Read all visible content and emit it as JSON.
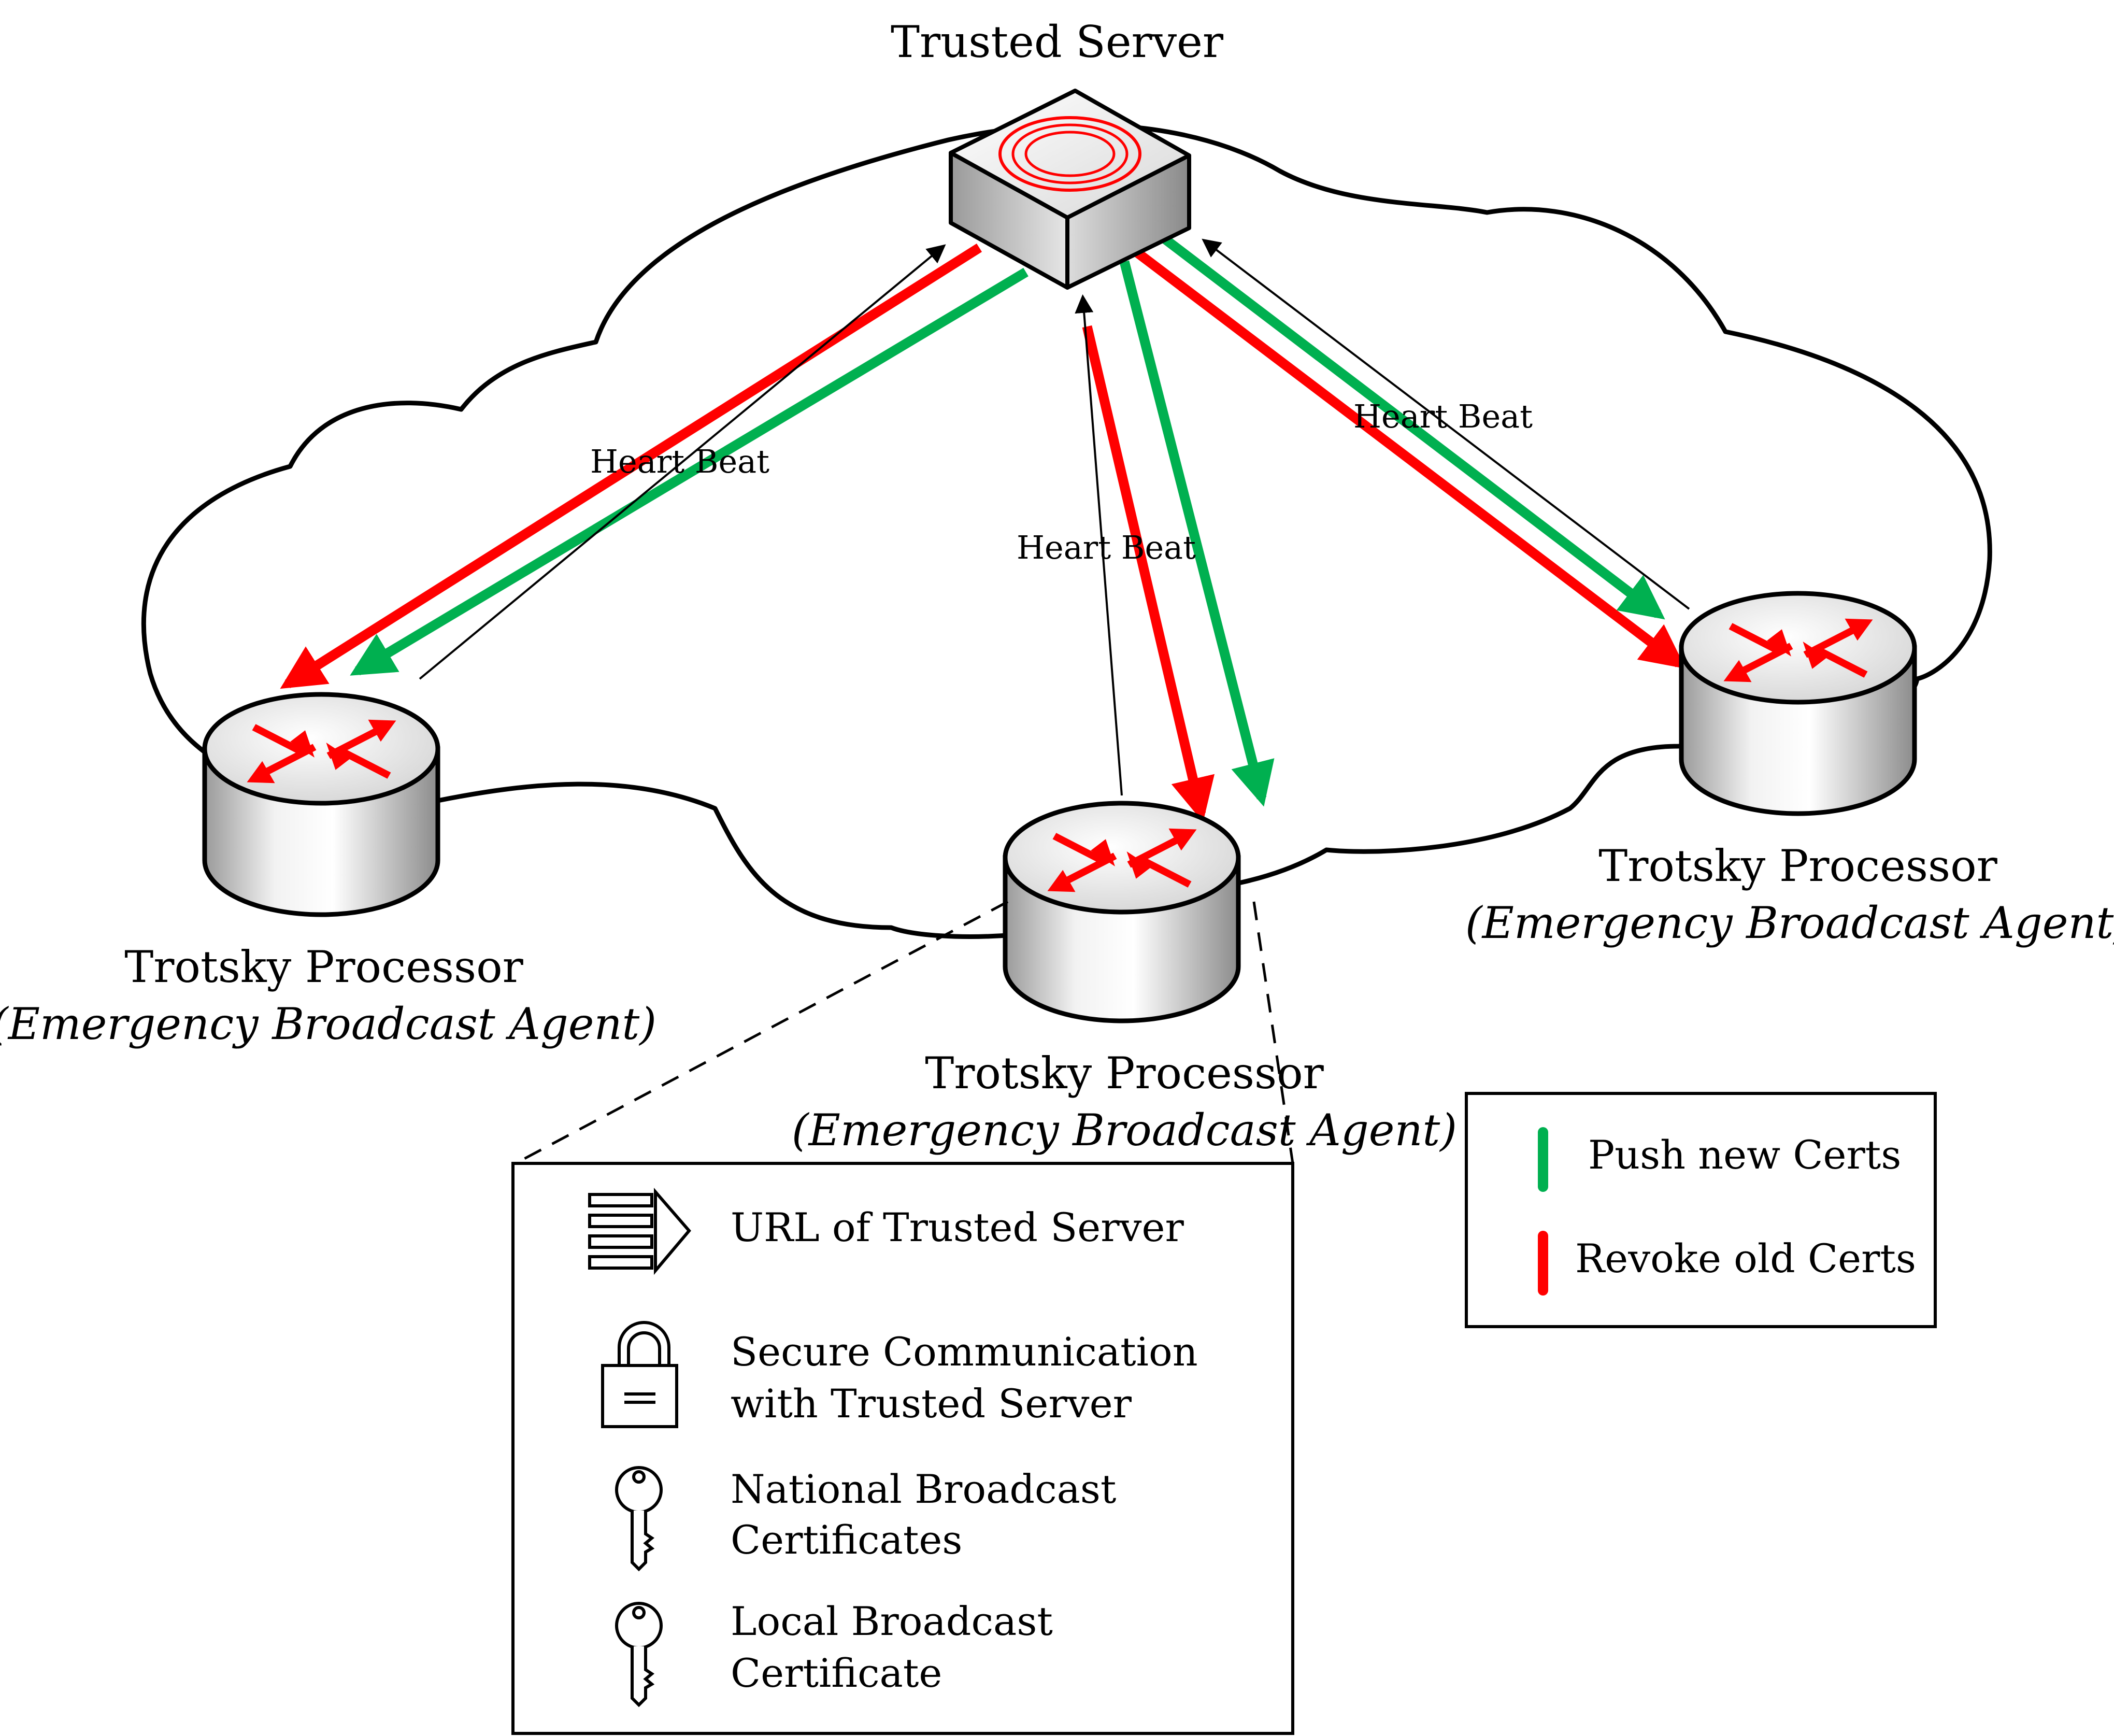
{
  "server": {
    "label": "Trusted Server"
  },
  "processors": [
    {
      "id": "left",
      "title": "Trotsky Processor",
      "subtitle": "(Emergency Broadcast Agent)"
    },
    {
      "id": "center",
      "title": "Trotsky Processor",
      "subtitle": "(Emergency Broadcast Agent)"
    },
    {
      "id": "right",
      "title": "Trotsky Processor",
      "subtitle": "(Emergency Broadcast Agent)"
    }
  ],
  "links": [
    {
      "id": "left",
      "heartbeat_label": "Heart Beat"
    },
    {
      "id": "center",
      "heartbeat_label": "Heart Beat"
    },
    {
      "id": "right",
      "heartbeat_label": "Heart Beat"
    }
  ],
  "legend": {
    "items": [
      {
        "label": "Push new Certs",
        "color": "#00b050"
      },
      {
        "label": "Revoke old Certs",
        "color": "#ff0000"
      }
    ]
  },
  "details": {
    "items": [
      {
        "icon": "server-list-icon",
        "lines": [
          "URL of Trusted Server"
        ]
      },
      {
        "icon": "lock-icon",
        "lines": [
          "Secure Communication",
          "with Trusted Server"
        ]
      },
      {
        "icon": "key-icon",
        "lines": [
          "National Broadcast",
          "Certificates"
        ]
      },
      {
        "icon": "key-icon",
        "lines": [
          "Local Broadcast",
          "Certificate"
        ]
      }
    ]
  },
  "colors": {
    "push": "#00b050",
    "revoke": "#ff0000",
    "heartbeat": "#000000"
  }
}
